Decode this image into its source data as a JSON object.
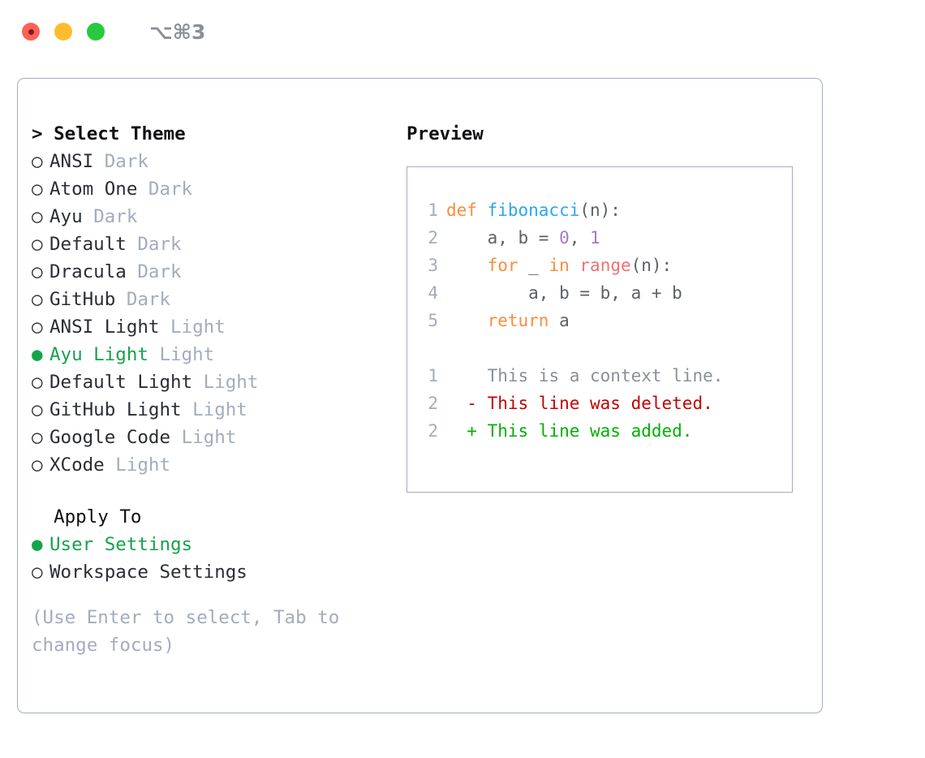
{
  "titlebar": {
    "shortcut": "⌥⌘3",
    "buttons": [
      {
        "name": "close",
        "color": "#FF6058"
      },
      {
        "name": "minimize",
        "color": "#FFBD2E"
      },
      {
        "name": "maximize",
        "color": "#27C93F"
      }
    ]
  },
  "theme_picker": {
    "heading": "Select Theme",
    "heading_prefix": "> ",
    "bullet_selected": "●",
    "bullet_unselected": "○",
    "items": [
      {
        "label": "ANSI",
        "kind": "Dark",
        "selected": false
      },
      {
        "label": "Atom One",
        "kind": "Dark",
        "selected": false
      },
      {
        "label": "Ayu",
        "kind": "Dark",
        "selected": false
      },
      {
        "label": "Default",
        "kind": "Dark",
        "selected": false
      },
      {
        "label": "Dracula",
        "kind": "Dark",
        "selected": false
      },
      {
        "label": "GitHub",
        "kind": "Dark",
        "selected": false
      },
      {
        "label": "ANSI Light",
        "kind": "Light",
        "selected": false
      },
      {
        "label": "Ayu Light",
        "kind": "Light",
        "selected": true
      },
      {
        "label": "Default Light",
        "kind": "Light",
        "selected": false
      },
      {
        "label": "GitHub Light",
        "kind": "Light",
        "selected": false
      },
      {
        "label": "Google Code",
        "kind": "Light",
        "selected": false
      },
      {
        "label": "XCode",
        "kind": "Light",
        "selected": false
      }
    ]
  },
  "apply_to": {
    "heading": "Apply To",
    "items": [
      {
        "label": "User Settings",
        "selected": true
      },
      {
        "label": "Workspace Settings",
        "selected": false
      }
    ]
  },
  "hint": "(Use Enter to select, Tab to change focus)",
  "preview": {
    "title": "Preview",
    "code_lines": [
      {
        "num": "1",
        "tokens": [
          {
            "t": "def ",
            "c": "kw"
          },
          {
            "t": "fibonacci",
            "c": "fn"
          },
          {
            "t": "(n):",
            "c": "punc"
          }
        ]
      },
      {
        "num": "2",
        "tokens": [
          {
            "t": "    a, b = ",
            "c": "plain"
          },
          {
            "t": "0",
            "c": "num"
          },
          {
            "t": ", ",
            "c": "punc"
          },
          {
            "t": "1",
            "c": "num"
          }
        ]
      },
      {
        "num": "3",
        "tokens": [
          {
            "t": "    ",
            "c": "plain"
          },
          {
            "t": "for",
            "c": "kw"
          },
          {
            "t": " _ ",
            "c": "plain"
          },
          {
            "t": "in",
            "c": "kw"
          },
          {
            "t": " ",
            "c": "plain"
          },
          {
            "t": "range",
            "c": "call"
          },
          {
            "t": "(n):",
            "c": "punc"
          }
        ]
      },
      {
        "num": "4",
        "tokens": [
          {
            "t": "        a, b = b, a + b",
            "c": "plain"
          }
        ]
      },
      {
        "num": "5",
        "tokens": [
          {
            "t": "    ",
            "c": "plain"
          },
          {
            "t": "return",
            "c": "kw"
          },
          {
            "t": " a",
            "c": "plain"
          }
        ]
      }
    ],
    "diff_lines": [
      {
        "num": "1",
        "marker": " ",
        "text": " This is a context line.",
        "kind": "ctx"
      },
      {
        "num": "2",
        "marker": "-",
        "text": " This line was deleted.",
        "kind": "del"
      },
      {
        "num": "2",
        "marker": "+",
        "text": " This line was added.",
        "kind": "add"
      }
    ]
  },
  "colors": {
    "accent_green": "#16A34A",
    "muted": "#A3ACBD",
    "border": "#A4ADBD",
    "keyword": "#FA8D3E",
    "function": "#2CA6F0",
    "call": "#F07171",
    "number": "#A37ACC",
    "diff_add": "#00B000",
    "diff_del": "#C40000"
  }
}
